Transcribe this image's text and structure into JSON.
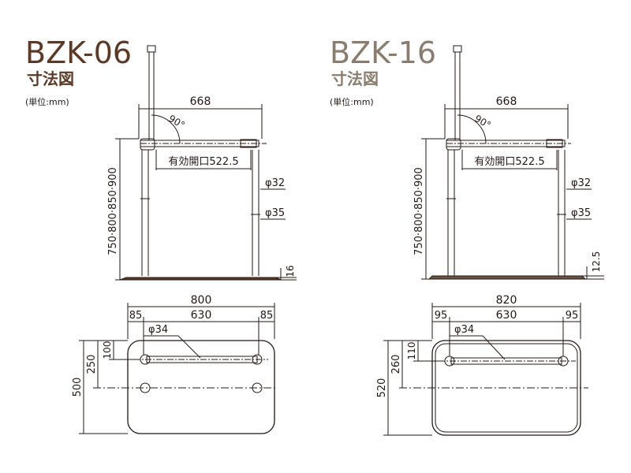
{
  "colors": {
    "left_title": "#5a3a26",
    "right_title": "#8a7c6f",
    "line": "#231815",
    "base_dark": "#5a3a26",
    "base_dark_right": "#6b5447"
  },
  "left": {
    "model": "BZK-06",
    "subtitle": "寸法図",
    "unit": "(単位:mm)",
    "side": {
      "width": "668",
      "angle": "90°",
      "opening": "有効開口522.5",
      "pipe_large": "φ32",
      "pipe_small": "φ35",
      "height": "750·800·850·900",
      "base": "16"
    },
    "plan": {
      "overall": "800",
      "left_offset": "85",
      "center": "630",
      "right_offset": "85",
      "pipe": "φ34",
      "depth_small": "100",
      "depth_mid": "250",
      "depth_total": "500"
    }
  },
  "right": {
    "model": "BZK-16",
    "subtitle": "寸法図",
    "unit": "(単位:mm)",
    "side": {
      "width": "668",
      "angle": "90°",
      "opening": "有効開口522.5",
      "pipe_large": "φ32",
      "pipe_small": "φ35",
      "height": "750·800·850·900",
      "base": "12.5"
    },
    "plan": {
      "overall": "820",
      "left_offset": "95",
      "center": "630",
      "right_offset": "95",
      "pipe": "φ34",
      "depth_small": "110",
      "depth_mid": "260",
      "depth_total": "520"
    }
  }
}
